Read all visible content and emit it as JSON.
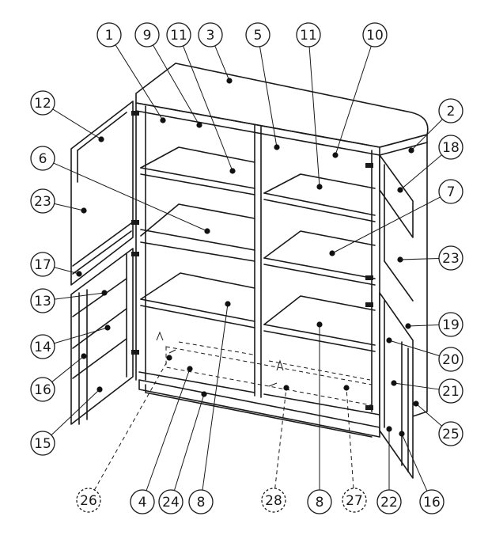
{
  "callouts": [
    {
      "id": "c1",
      "label": "1"
    },
    {
      "id": "c9",
      "label": "9"
    },
    {
      "id": "c11a",
      "label": "11"
    },
    {
      "id": "c3",
      "label": "3"
    },
    {
      "id": "c5",
      "label": "5"
    },
    {
      "id": "c11b",
      "label": "11"
    },
    {
      "id": "c10",
      "label": "10"
    },
    {
      "id": "c2",
      "label": "2"
    },
    {
      "id": "c12",
      "label": "12"
    },
    {
      "id": "c18",
      "label": "18"
    },
    {
      "id": "c6",
      "label": "6"
    },
    {
      "id": "c7",
      "label": "7"
    },
    {
      "id": "c23a",
      "label": "23"
    },
    {
      "id": "c23b",
      "label": "23"
    },
    {
      "id": "c17",
      "label": "17"
    },
    {
      "id": "c13",
      "label": "13"
    },
    {
      "id": "c19",
      "label": "19"
    },
    {
      "id": "c14",
      "label": "14"
    },
    {
      "id": "c20",
      "label": "20"
    },
    {
      "id": "c16a",
      "label": "16"
    },
    {
      "id": "c21",
      "label": "21"
    },
    {
      "id": "c25",
      "label": "25"
    },
    {
      "id": "c15",
      "label": "15"
    },
    {
      "id": "c26",
      "label": "26"
    },
    {
      "id": "c4",
      "label": "4"
    },
    {
      "id": "c24",
      "label": "24"
    },
    {
      "id": "c8a",
      "label": "8"
    },
    {
      "id": "c28",
      "label": "28"
    },
    {
      "id": "c8b",
      "label": "8"
    },
    {
      "id": "c27",
      "label": "27"
    },
    {
      "id": "c22",
      "label": "22"
    },
    {
      "id": "c16b",
      "label": "16"
    }
  ]
}
